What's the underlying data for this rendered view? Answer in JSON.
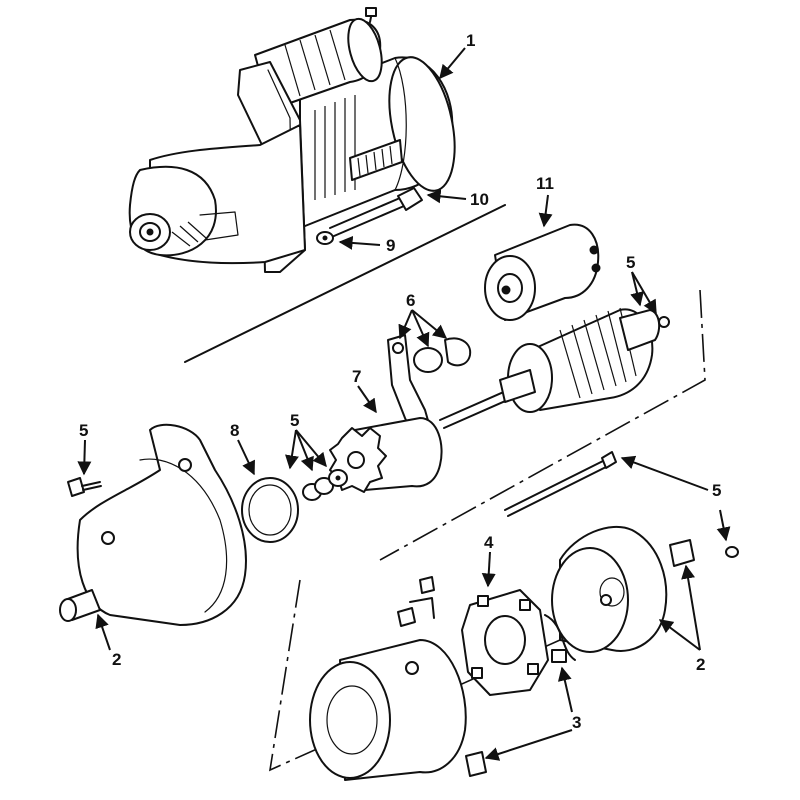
{
  "callouts": {
    "c1": "1",
    "c2_front": "2",
    "c2_rear": "2",
    "c3": "3",
    "c4": "4",
    "c5_bolt": "5",
    "c5_washers": "5",
    "c5_armature": "5",
    "c5_thru_bolt": "5",
    "c6": "6",
    "c7": "7",
    "c8": "8",
    "c9": "9",
    "c10": "10",
    "c11": "11"
  },
  "colors": {
    "ink": "#111111",
    "paper": "#ffffff"
  }
}
